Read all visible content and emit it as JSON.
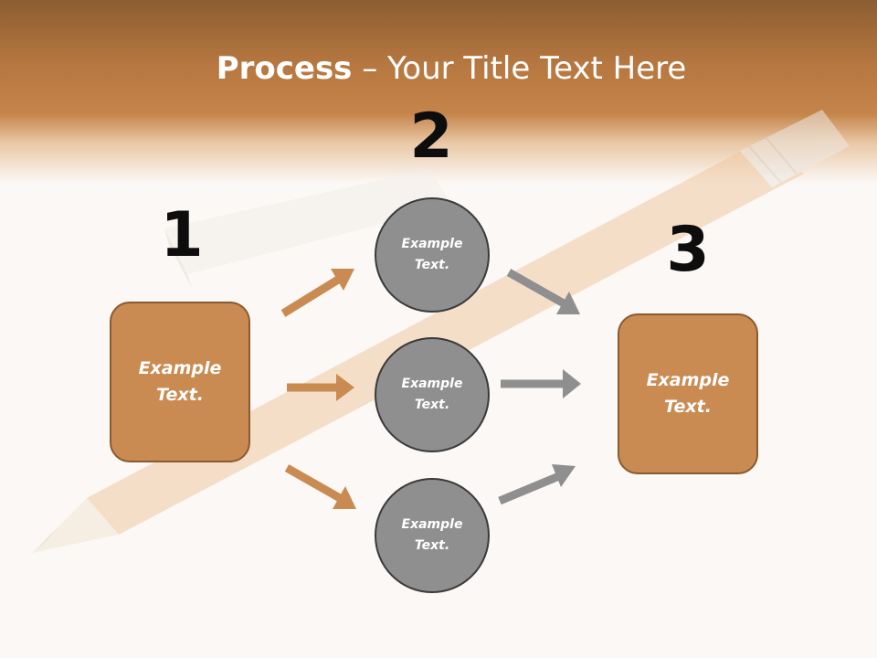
{
  "title": {
    "bold": "Process",
    "rest": " – Your Title Text Here"
  },
  "steps": [
    {
      "number": "1",
      "text": "Example Text."
    },
    {
      "number": "2",
      "items": [
        "Example Text.",
        "Example Text.",
        "Example Text."
      ]
    },
    {
      "number": "3",
      "text": "Example Text."
    }
  ],
  "colors": {
    "accent": "#c98b52",
    "header": "#b67740",
    "circle": "#8f8f8f",
    "arrow_in": "#c98b52",
    "arrow_out": "#8f8f8f"
  },
  "icons": {
    "background": "pencil-icon"
  }
}
